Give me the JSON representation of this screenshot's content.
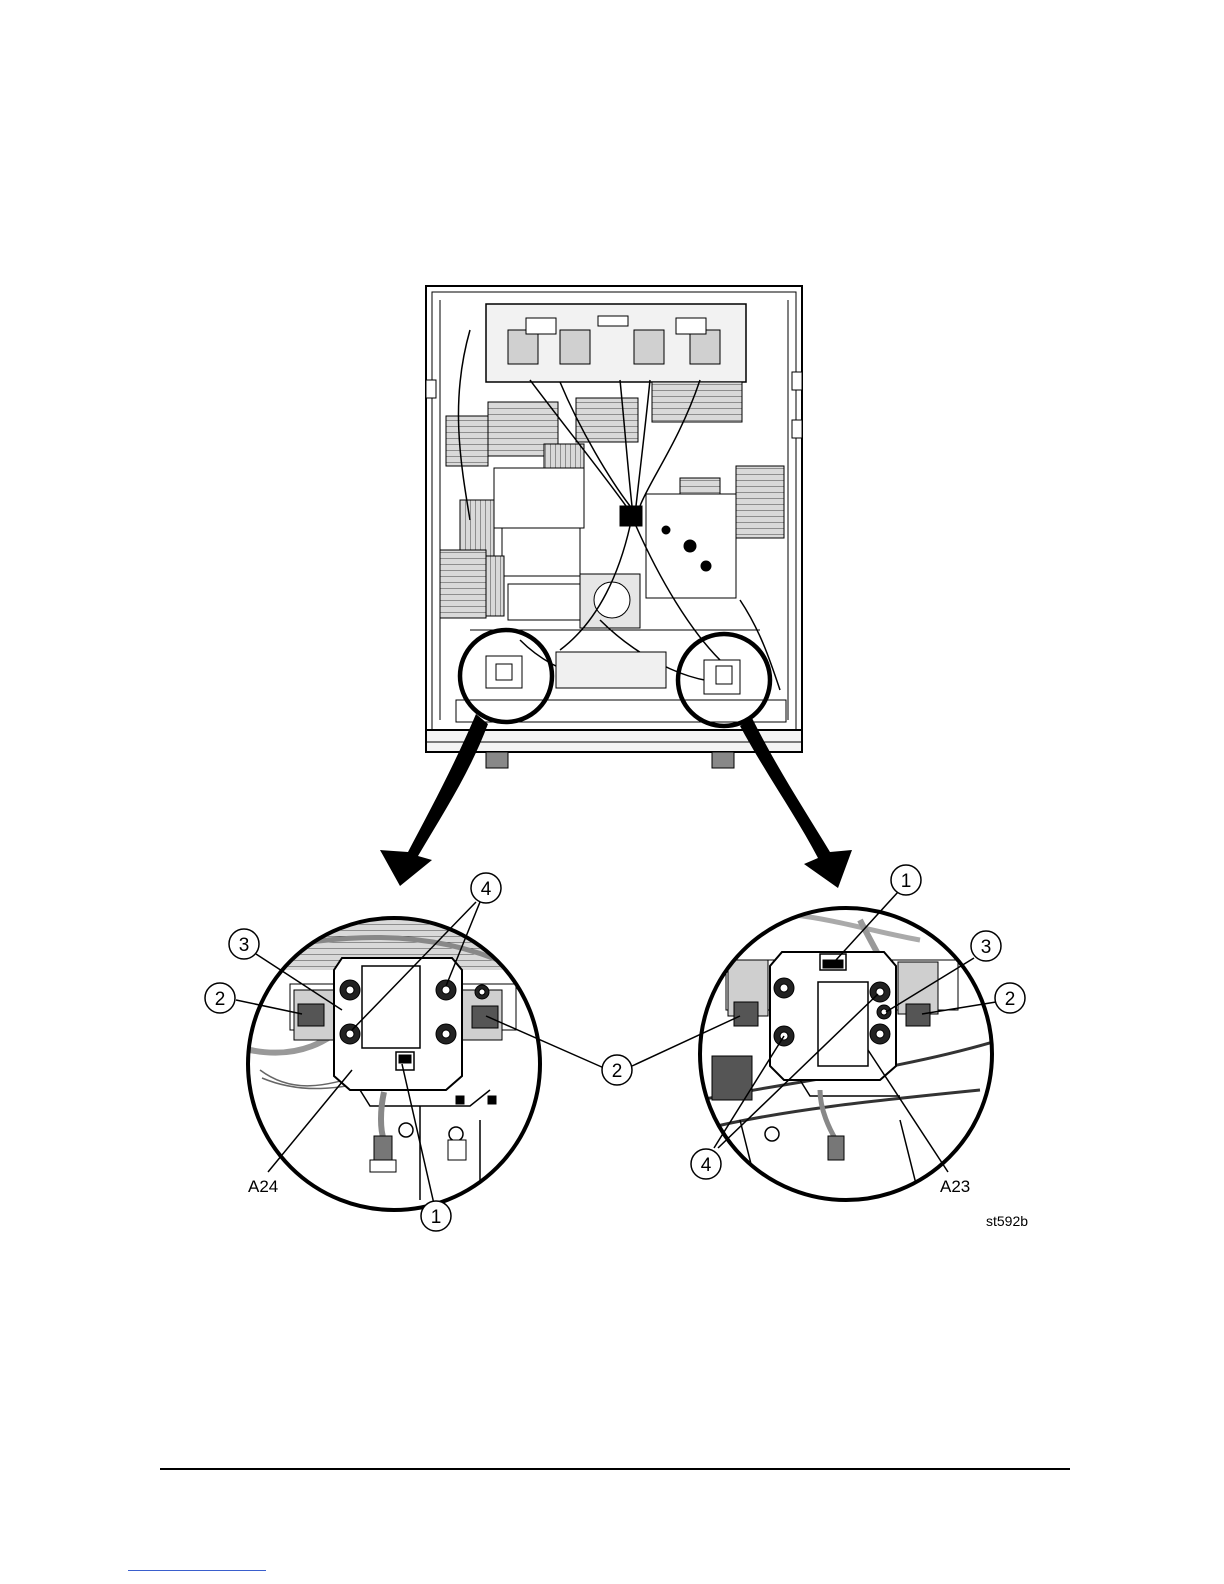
{
  "figure": {
    "id_text": "st592b",
    "left_detail": {
      "assembly_label": "A24",
      "callouts": [
        "1",
        "2",
        "3",
        "4"
      ]
    },
    "right_detail": {
      "assembly_label": "A23",
      "callouts": [
        "1",
        "2",
        "2",
        "3",
        "4"
      ]
    },
    "shared_callout": "2"
  },
  "colors": {
    "line": "#000000",
    "fill_light": "#f0f0f0",
    "fill_mid": "#bdbdbd",
    "fill_dark": "#555555",
    "link_underline": "#3a5fcd"
  }
}
